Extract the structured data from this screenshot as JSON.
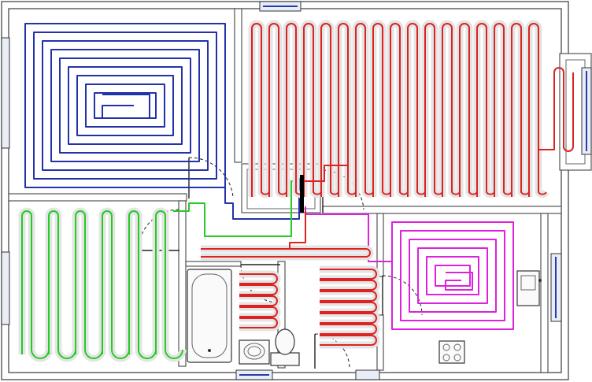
{
  "diagram": {
    "kind": "underfloor-heating-floor-plan",
    "loops": [
      {
        "id": "living-room-loop",
        "pattern": "spiral",
        "color": "#2233aa"
      },
      {
        "id": "bedroom-loop",
        "pattern": "serpentine",
        "color": "#22cc22"
      },
      {
        "id": "main-room-loop",
        "pattern": "serpentine",
        "color": "#dd2222"
      },
      {
        "id": "kitchen-loop",
        "pattern": "spiral",
        "color": "#dd22dd"
      },
      {
        "id": "hall-bathroom-loop",
        "pattern": "serpentine",
        "color": "#dd2222"
      }
    ],
    "wall_color": "#555555",
    "pipe_fill_color": "#e4e4e4",
    "manifold_color": "#000000"
  }
}
